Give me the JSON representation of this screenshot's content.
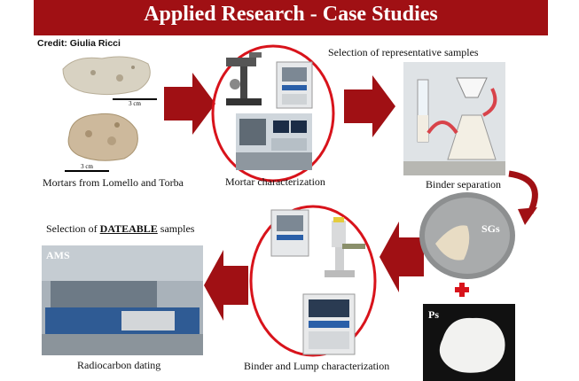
{
  "title": "Applied Research - Case Studies",
  "credit": "Credit: Giulia Ricci",
  "captions": {
    "mortars": "Mortars from Lomello and Torba",
    "mortar_char": "Mortar characterization",
    "selection_rep": "Selection of representative samples",
    "binder_sep": "Binder separation",
    "selection_dat_prefix": "Selection of ",
    "selection_dat_bold": "DATEABLE",
    "selection_dat_suffix": " samples",
    "binder_lump": "Binder and Lump characterization",
    "radiocarbon": "Radiocarbon dating"
  },
  "photo_labels": {
    "scale1": "3 cm",
    "scale2": "3 cm",
    "sgs": "SGs",
    "ps": "Ps",
    "ams": "AMS"
  },
  "colors": {
    "banner": "#a01014",
    "arrow": "#a01014",
    "ellipse": "#d8131b"
  }
}
